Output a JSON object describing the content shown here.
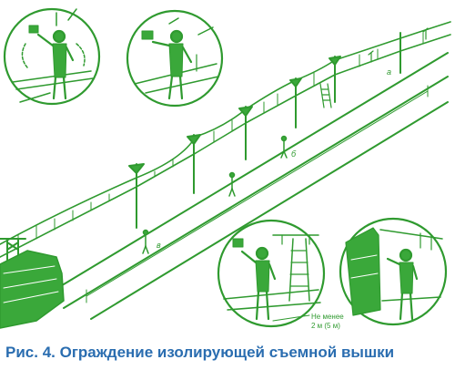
{
  "figure": {
    "caption": "Рис. 4. Ограждение изолирующей съемной вышки",
    "dimension_labels": {
      "a": "а",
      "b": "б",
      "v": "в"
    },
    "distance_note_line1": "Не менее",
    "distance_note_line2": "2 м (5 м)"
  },
  "colors": {
    "line": "#2f9a2f",
    "fill": "#3aa83a",
    "caption": "#2a6db0",
    "background": "#ffffff"
  }
}
